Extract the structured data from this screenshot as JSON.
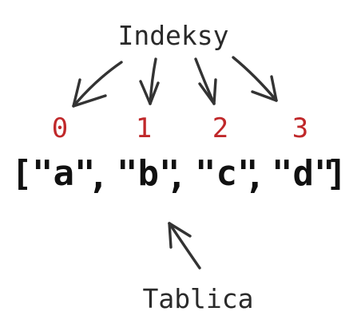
{
  "diagram": {
    "top_label": "Indeksy",
    "bottom_label": "Tablica",
    "indices": [
      "0",
      "1",
      "2",
      "3"
    ],
    "array_open": "[",
    "array_close": "]",
    "elements": [
      "\"a\"",
      "\"b\"",
      "\"c\"",
      "\"d\""
    ],
    "separator": ","
  },
  "colors": {
    "ink": "#2a2a2a",
    "index": "#c0282a",
    "array_text": "#111111"
  }
}
